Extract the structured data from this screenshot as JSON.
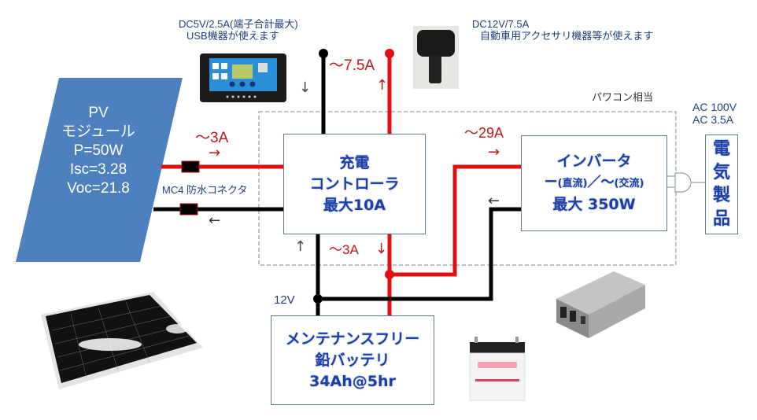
{
  "pv_module": {
    "lines": [
      "PV",
      "モジュール",
      "P=50W",
      "Isc=3.28",
      "Voc=21.8"
    ]
  },
  "usb_note": {
    "line1": "DC5V/2.5A(端子合計最大)",
    "line2": "USB機器が使えます"
  },
  "dc12_note": {
    "line1": "DC12V/7.5A",
    "line2": "自動車用アクセサリ機器等が使えます"
  },
  "powercon_label": "パワコン相当",
  "ac_note": {
    "line1": "AC 100V",
    "line2": "AC 3.5A"
  },
  "currents": {
    "pv_in": "～3A",
    "dc_out": "～7.5A",
    "battery": "～3A",
    "inverter": "～29A"
  },
  "arrows": {
    "pv_in": "→",
    "pv_return": "←",
    "dc_out_black": "↓",
    "dc_out_red": "↑",
    "battery_black": "↑",
    "battery_red": "↓",
    "inverter_in": "→",
    "inverter_return": "←"
  },
  "connector_label": "MC4 防水コネクタ",
  "charge_controller": {
    "lines": [
      "充電",
      "コントローラ",
      "最大10A"
    ]
  },
  "inverter": {
    "line1": "インバータ",
    "line2_dc_symbol": "ー",
    "line2_dc_text": "(直流)",
    "line2_sep": "／",
    "line2_ac_symbol": "～",
    "line2_ac_text": "(交流)",
    "line3": "最大 350W"
  },
  "appliance": {
    "chars": [
      "電",
      "気",
      "製",
      "品"
    ]
  },
  "battery_voltage_label": "12V",
  "battery": {
    "lines": [
      "メンテナンスフリー",
      "鉛バッテリ",
      "34Ah@5hr"
    ]
  },
  "colors": {
    "pv_fill": "#4e7fbf",
    "positive_wire": "#e01010",
    "negative_wire": "#000000",
    "box_text": "#1b3fa8",
    "note_text": "#1f3f7a",
    "current_text": "#c0141a"
  },
  "images": {
    "controller_photo": "solar-charge-controller",
    "socket_photo": "cigarette-socket-adapter",
    "panel_photo": "solar-panel",
    "inverter_photo": "power-inverter",
    "battery_photo": "lead-acid-battery"
  }
}
